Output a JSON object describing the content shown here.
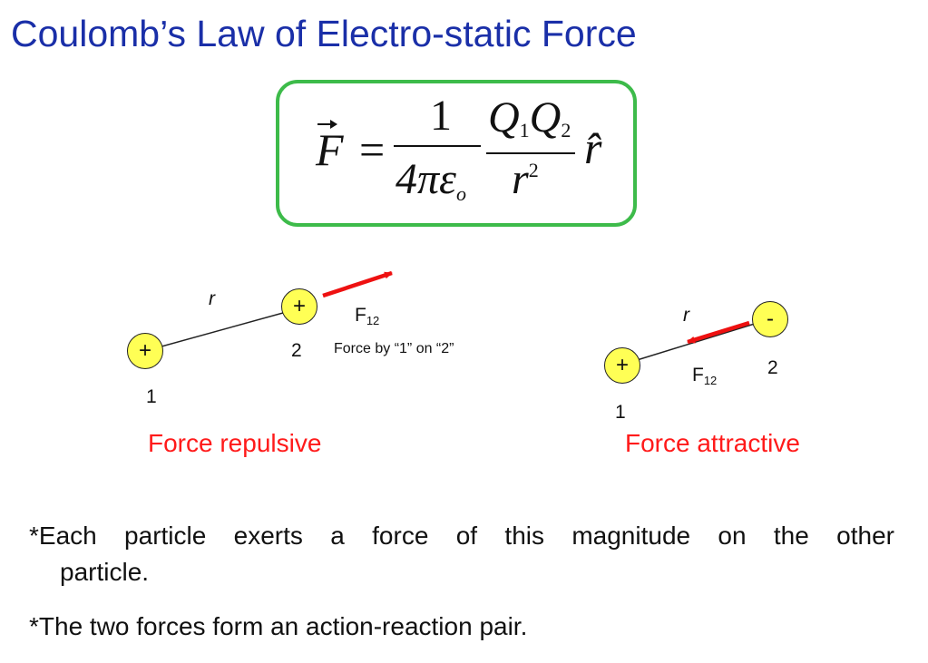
{
  "title": "Coulomb’s Law of Electro-static Force",
  "formula": {
    "lhs": "F",
    "equals": "=",
    "num1": "1",
    "den1": "4πε",
    "den1_sub": "o",
    "num2_a": "Q",
    "num2_a_sub": "1",
    "num2_b": "Q",
    "num2_b_sub": "2",
    "den2": "r",
    "den2_sup": "2",
    "unit_vector": "r̂"
  },
  "repulsive": {
    "charge1_sign": "+",
    "charge2_sign": "+",
    "charge1_label": "1",
    "charge2_label": "2",
    "distance_label": "r",
    "force_label": "F",
    "force_sub": "12",
    "force_note": "Force by “1” on “2”",
    "caption": "Force repulsive"
  },
  "attractive": {
    "charge1_sign": "+",
    "charge2_sign": "-",
    "charge1_label": "1",
    "charge2_label": "2",
    "distance_label": "r",
    "force_label": "F",
    "force_sub": "12",
    "caption": "Force attractive"
  },
  "notes": {
    "line1": "*Each particle exerts a force of this magnitude on the other",
    "line1_cont": "particle.",
    "line2": "*The two forces form an action-reaction pair."
  },
  "colors": {
    "title": "#1a2fa8",
    "box_border": "#3dbb4a",
    "charge_fill": "#ffff55",
    "force_arrow": "#ee1111",
    "caption": "#ff1a1a"
  }
}
